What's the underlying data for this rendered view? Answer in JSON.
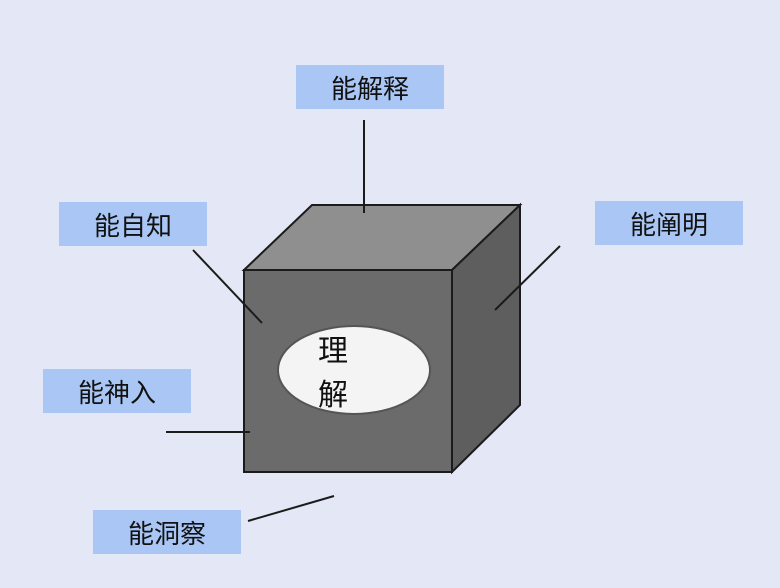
{
  "colors": {
    "background": "#e3e7f6",
    "label_fill": "#a9c6f4",
    "cube_front": "#6b6b6b",
    "cube_top": "#8f8f8f",
    "cube_side": "#5e5e5e",
    "ellipse_fill": "#f4f4f4",
    "line": "#1b1b1b"
  },
  "labels": {
    "top": "能解释",
    "left_upper": "能自知",
    "right": "能阐明",
    "left_lower": "能神入",
    "bottom": "能洞察"
  },
  "center": {
    "text": "理解"
  }
}
